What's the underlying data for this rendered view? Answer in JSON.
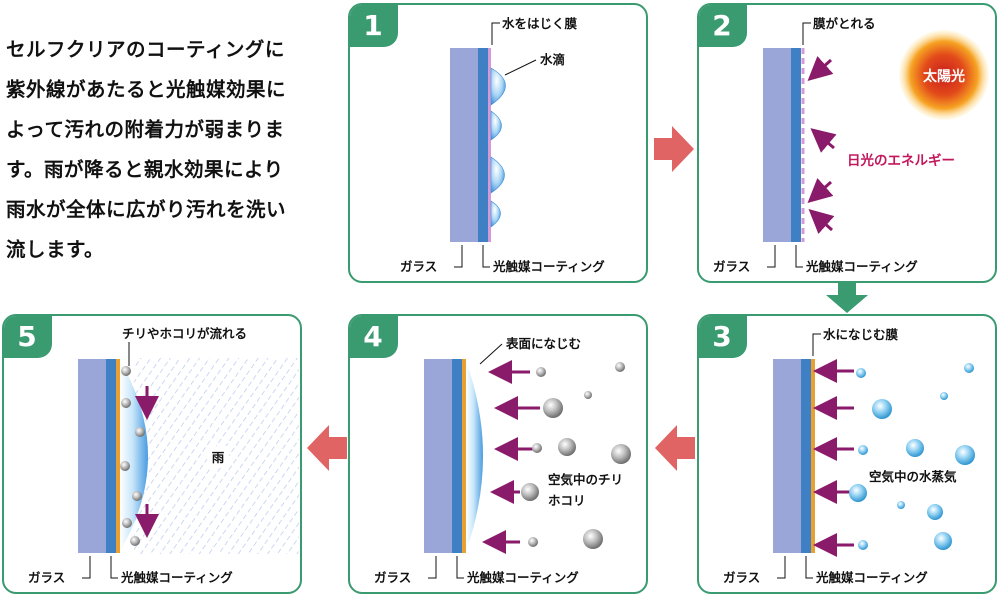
{
  "intro": {
    "lines": [
      "セルフクリアのコーティングに",
      "紫外線があたると光触媒効果に",
      "よって汚れの附着力が弱まりま",
      "す。雨が降ると親水効果により",
      "雨水が全体に広がり汚れを洗い",
      "流します。"
    ]
  },
  "panels": [
    {
      "number": "1",
      "labels": {
        "film": "水をはじく膜",
        "droplet": "水滴",
        "glass": "ガラス",
        "coating": "光触媒コーティング"
      }
    },
    {
      "number": "2",
      "labels": {
        "film": "膜がとれる",
        "sun": "太陽光",
        "energy": "日光のエネルギー",
        "glass": "ガラス",
        "coating": "光触媒コーティング"
      }
    },
    {
      "number": "3",
      "labels": {
        "film": "水になじむ膜",
        "vapor": "空気中の水蒸気",
        "glass": "ガラス",
        "coating": "光触媒コーティング"
      }
    },
    {
      "number": "4",
      "labels": {
        "surface": "表面になじむ",
        "dust_line1": "空気中のチリ",
        "dust_line2": "ホコリ",
        "glass": "ガラス",
        "coating": "光触媒コーティング"
      }
    },
    {
      "number": "5",
      "labels": {
        "flow": "チリやホコリが流れる",
        "rain": "雨",
        "glass": "ガラス",
        "coating": "光触媒コーティング"
      }
    }
  ],
  "colors": {
    "panel_border": "#3a9a70",
    "glass": "#9aa6d8",
    "coating": "#3f7fc4",
    "arrow_red": "#e06464",
    "arrow_green": "#3a9a70",
    "energy_purple": "#8a1a6a"
  }
}
